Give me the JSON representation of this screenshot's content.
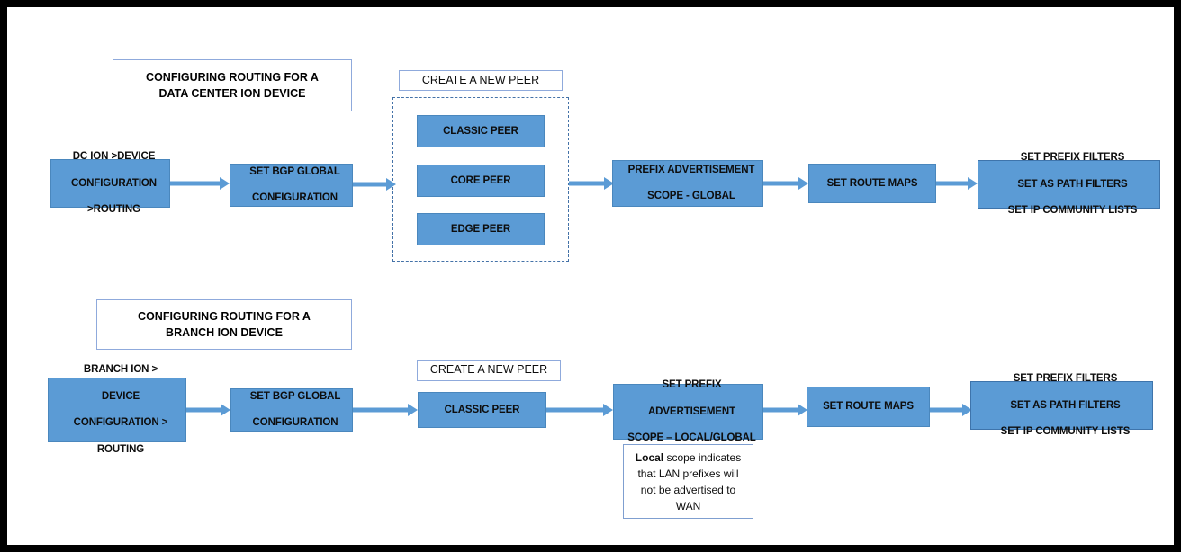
{
  "page": {
    "background": "#ffffff",
    "frame_color": "#000000",
    "accent": "#5B9BD5",
    "title_border": "#8faadc",
    "dashed_border": "#4472a8"
  },
  "sections": [
    {
      "id": "data-center-flow",
      "title": {
        "line1": "CONFIGURING  ROUTING FOR A",
        "line2": "DATA CENTER ION DEVICE"
      },
      "group_label": "CREATE A NEW PEER",
      "nodes": {
        "entry": {
          "line1": "DC ION >DEVICE",
          "line2": "CONFIGURATION",
          "line3": ">ROUTING"
        },
        "bgp": {
          "line1": "SET BGP GLOBAL",
          "line2": "CONFIGURATION"
        },
        "peers": [
          "CLASSIC PEER",
          "CORE PEER",
          "EDGE PEER"
        ],
        "scope": {
          "line1": "PREFIX ADVERTISEMENT",
          "line2": "SCOPE - GLOBAL"
        },
        "route_maps": "SET ROUTE MAPS",
        "filters": {
          "line1": "SET PREFIX FILTERS",
          "line2": "SET AS PATH FILTERS",
          "line3": "SET IP COMMUNITY LISTS"
        }
      }
    },
    {
      "id": "branch-flow",
      "title": {
        "line1": "CONFIGURING  ROUTING FOR A",
        "line2": "BRANCH ION DEVICE"
      },
      "group_label": "CREATE A NEW PEER",
      "nodes": {
        "entry": {
          "line1": "BRANCH ION >",
          "line2": "DEVICE",
          "line3": "CONFIGURATION >",
          "line4": "ROUTING"
        },
        "bgp": {
          "line1": "SET BGP GLOBAL",
          "line2": "CONFIGURATION"
        },
        "peer": "CLASSIC PEER",
        "scope": {
          "line1": "SET PREFIX",
          "line2": "ADVERTISEMENT",
          "line3": "SCOPE – LOCAL/GLOBAL"
        },
        "route_maps": "SET ROUTE MAPS",
        "filters": {
          "line1": "SET PREFIX FILTERS",
          "line2": "SET AS PATH FILTERS",
          "line3": "SET IP COMMUNITY LISTS"
        }
      },
      "note": {
        "bold": "Local",
        "text": " scope indicates that LAN prefixes will not be advertised to WAN"
      }
    }
  ]
}
